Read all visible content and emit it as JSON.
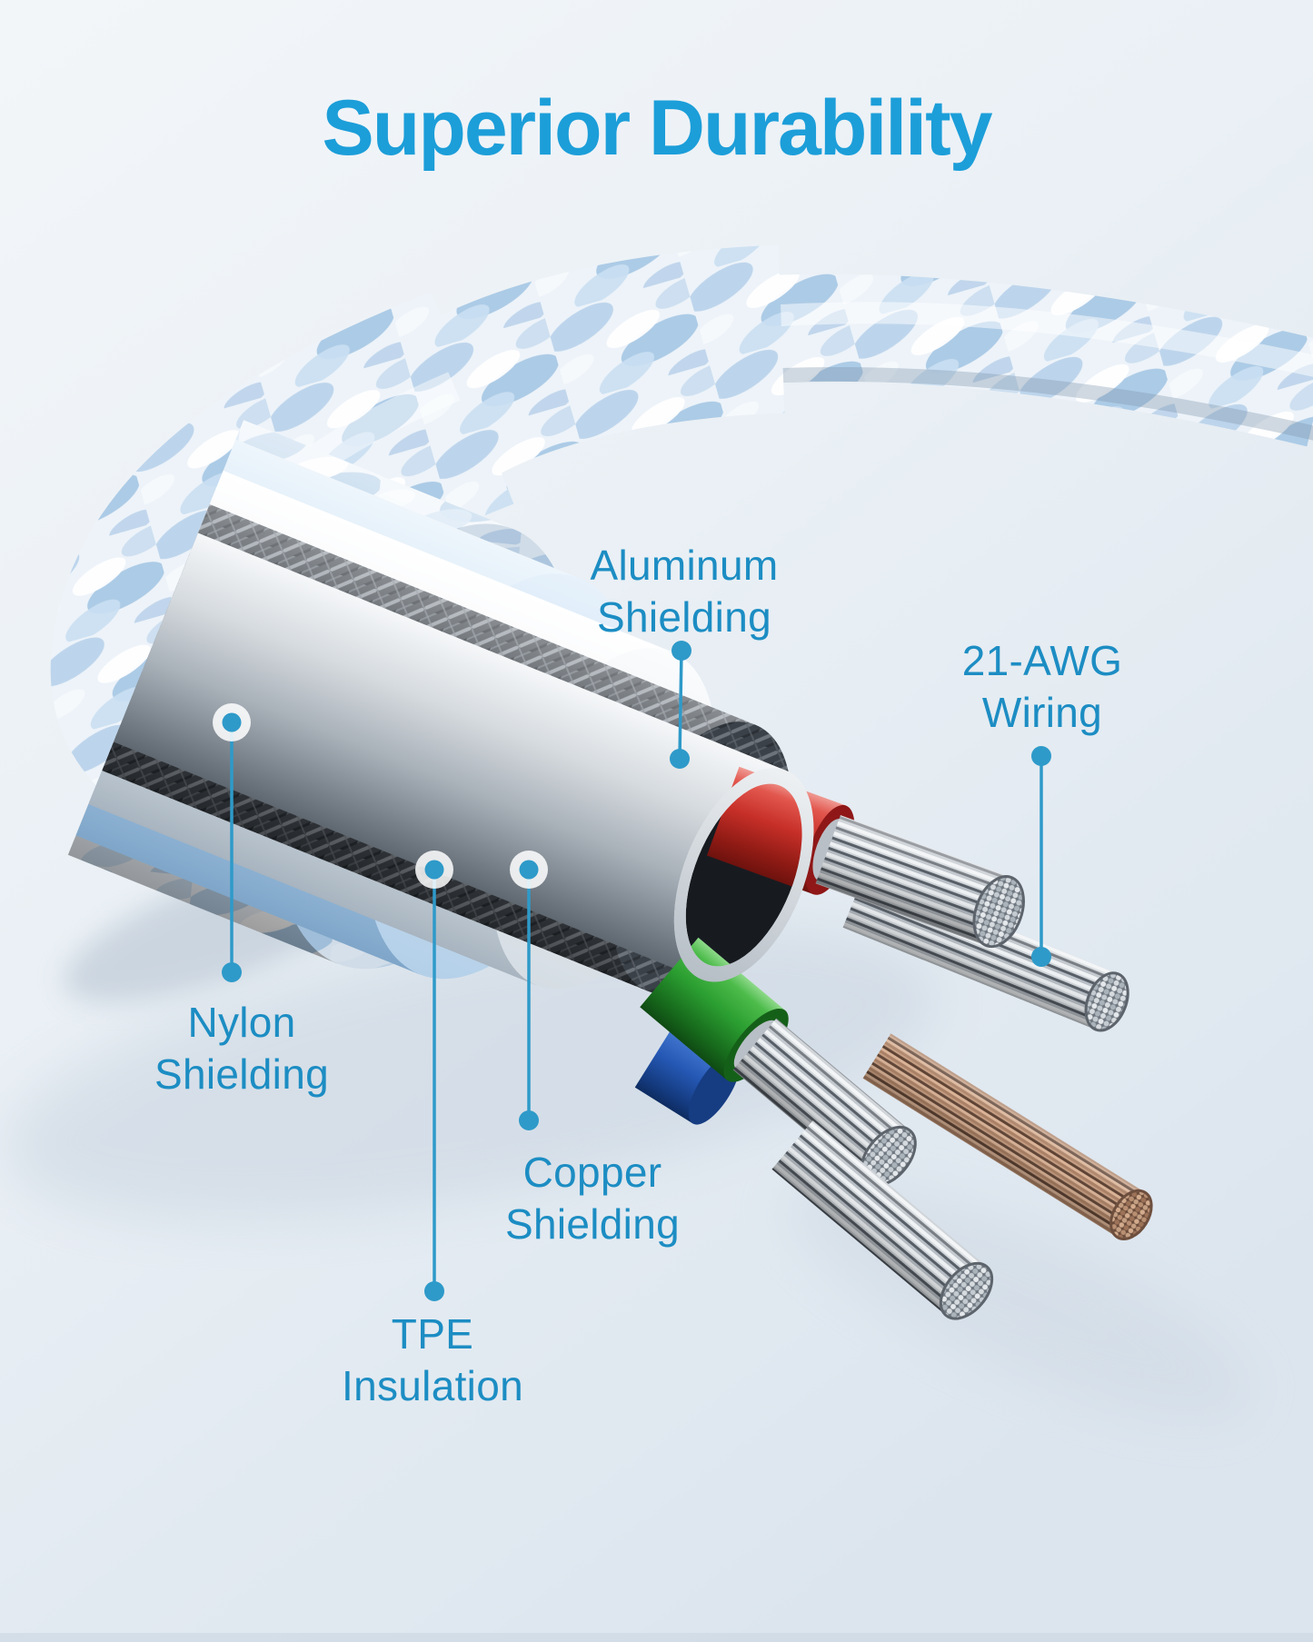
{
  "title": {
    "text": "Superior Durability",
    "color": "#1c9ed9"
  },
  "callouts": {
    "aluminum": {
      "line1": "Aluminum",
      "line2": "Shielding"
    },
    "awg": {
      "line1": "21-AWG",
      "line2": "Wiring"
    },
    "nylon": {
      "line1": "Nylon",
      "line2": "Shielding"
    },
    "copper": {
      "line1": "Copper",
      "line2": "Shielding"
    },
    "tpe": {
      "line1": "TPE",
      "line2": "Insulation"
    }
  },
  "colors": {
    "title_blue": "#1c9ed9",
    "label_blue": "#1c8dc3",
    "leader_blue": "#2e9ac9",
    "background_top": "#f3f6f9",
    "background_bottom": "#dce5ee",
    "braid_blue": "#9cc1e1",
    "jacket_blue": "#cadff2",
    "tpe_white": "#f2f5f8",
    "copper_gray": "#494f56",
    "aluminum_silver": "#d6dbdf",
    "wire_red": "#c62f28",
    "wire_green": "#2b9e31",
    "wire_blue": "#2558b4",
    "copper_strand_brown": "#a97f63"
  }
}
